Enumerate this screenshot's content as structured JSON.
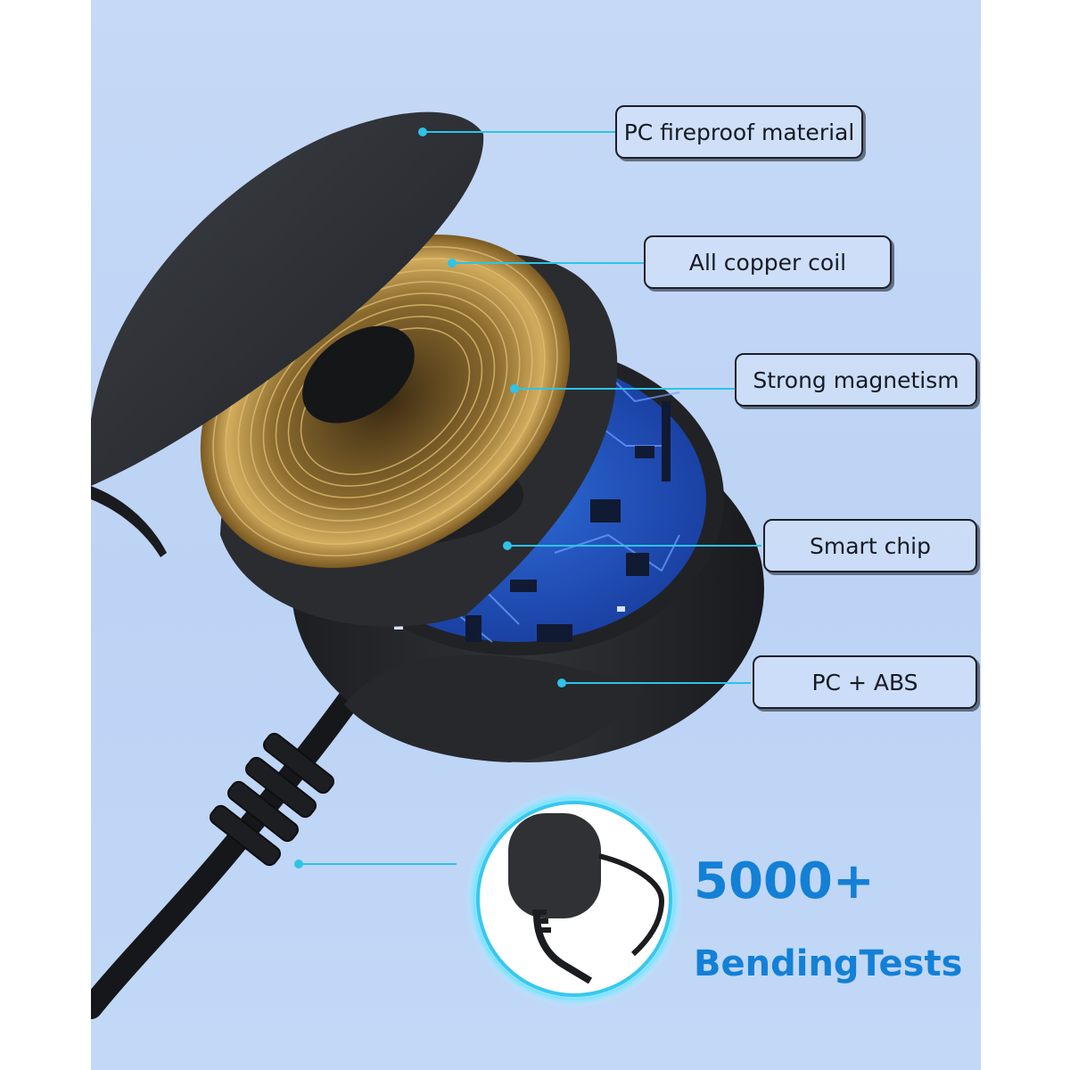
{
  "callouts": [
    {
      "label": "PC fireproof material"
    },
    {
      "label": "All copper coil"
    },
    {
      "label": "Strong magnetism"
    },
    {
      "label": "Smart chip"
    },
    {
      "label": "PC + ABS"
    }
  ],
  "bending": {
    "count": "5000+",
    "label": "BendingTests"
  },
  "colors": {
    "background": "#bcd3f5",
    "leader_line": "#2ec3e8",
    "accent_text": "#1380d6",
    "pcb_blue": "#1f52b8",
    "copper": "#b38a3e"
  }
}
